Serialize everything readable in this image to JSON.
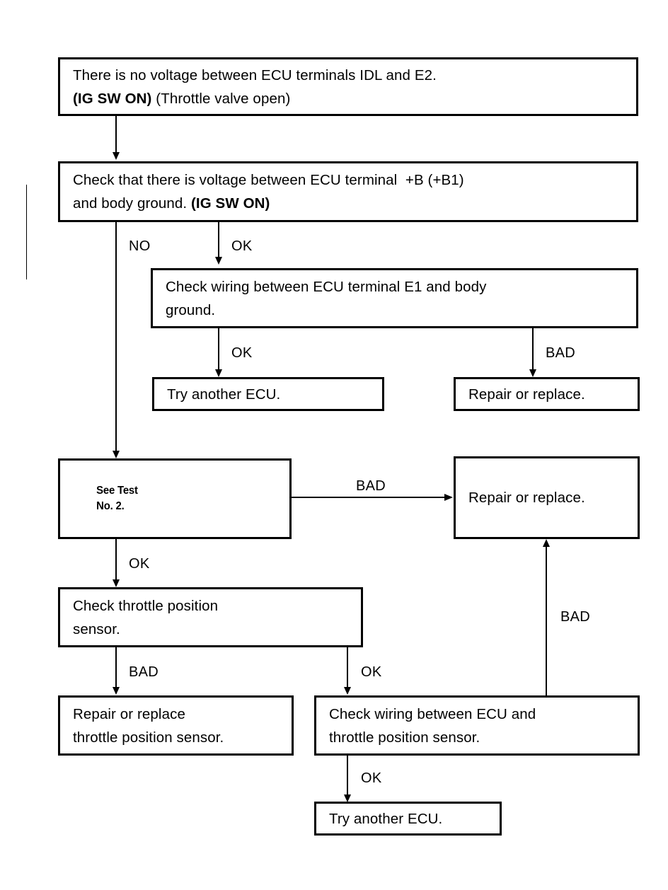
{
  "diagram": {
    "type": "flowchart",
    "title": "ECU IDL / E2 no-voltage troubleshooting chart",
    "nodes": [
      {
        "id": "n1",
        "name": "no-voltage-idl-e2",
        "lines": [
          "There is no voltage between ECU terminals IDL and E2.",
          "(IG SW ON) (Throttle valve open)"
        ],
        "bold_segments": [
          "(IG SW ON)"
        ]
      },
      {
        "id": "n2",
        "name": "check-voltage-b-terminal",
        "lines": [
          "Check that there is voltage between ECU terminal  +B (+B1)",
          "and body ground. (IG SW ON)"
        ],
        "bold_segments": [
          "(IG SW ON)"
        ]
      },
      {
        "id": "n3",
        "name": "check-wiring-e1-body-ground",
        "lines": [
          "Check wiring between ECU terminal E1 and body",
          "ground."
        ]
      },
      {
        "id": "n4",
        "name": "try-another-ecu-upper",
        "lines": [
          "Try another ECU."
        ]
      },
      {
        "id": "n5",
        "name": "repair-or-replace-upper-right",
        "lines": [
          "Repair or replace."
        ]
      },
      {
        "id": "n6",
        "name": "see-test-no-2",
        "lines": [
          "See Test",
          "No. 2."
        ]
      },
      {
        "id": "n7",
        "name": "repair-or-replace-middle-right",
        "lines": [
          "Repair or replace."
        ]
      },
      {
        "id": "n8",
        "name": "check-throttle-position-sensor",
        "lines": [
          "Check throttle position",
          "sensor."
        ]
      },
      {
        "id": "n9",
        "name": "repair-or-replace-throttle-position-sensor",
        "lines": [
          "Repair or replace",
          "throttle position sensor."
        ]
      },
      {
        "id": "n10",
        "name": "check-wiring-ecu-throttle-position-sensor",
        "lines": [
          "Check wiring between ECU and",
          "throttle position sensor."
        ]
      },
      {
        "id": "n11",
        "name": "try-another-ecu-lower",
        "lines": [
          "Try another ECU."
        ]
      }
    ],
    "edges": [
      {
        "id": "e1",
        "from": "n1",
        "to": "n2",
        "label": ""
      },
      {
        "id": "e2",
        "from": "n2",
        "to": "n6",
        "label": "NO"
      },
      {
        "id": "e3",
        "from": "n2",
        "to": "n3",
        "label": "OK"
      },
      {
        "id": "e4",
        "from": "n3",
        "to": "n4",
        "label": "OK"
      },
      {
        "id": "e5",
        "from": "n3",
        "to": "n5",
        "label": "BAD"
      },
      {
        "id": "e6",
        "from": "n6",
        "to": "n7",
        "label": "BAD"
      },
      {
        "id": "e7",
        "from": "n6",
        "to": "n8",
        "label": "OK"
      },
      {
        "id": "e8",
        "from": "n8",
        "to": "n9",
        "label": "BAD"
      },
      {
        "id": "e9",
        "from": "n8",
        "to": "n10",
        "label": "OK"
      },
      {
        "id": "e10",
        "from": "n10",
        "to": "n7",
        "label": "BAD"
      },
      {
        "id": "e11",
        "from": "n10",
        "to": "n11",
        "label": "OK"
      }
    ],
    "labels": {
      "no": "NO",
      "ok": "OK",
      "bad": "BAD"
    }
  }
}
